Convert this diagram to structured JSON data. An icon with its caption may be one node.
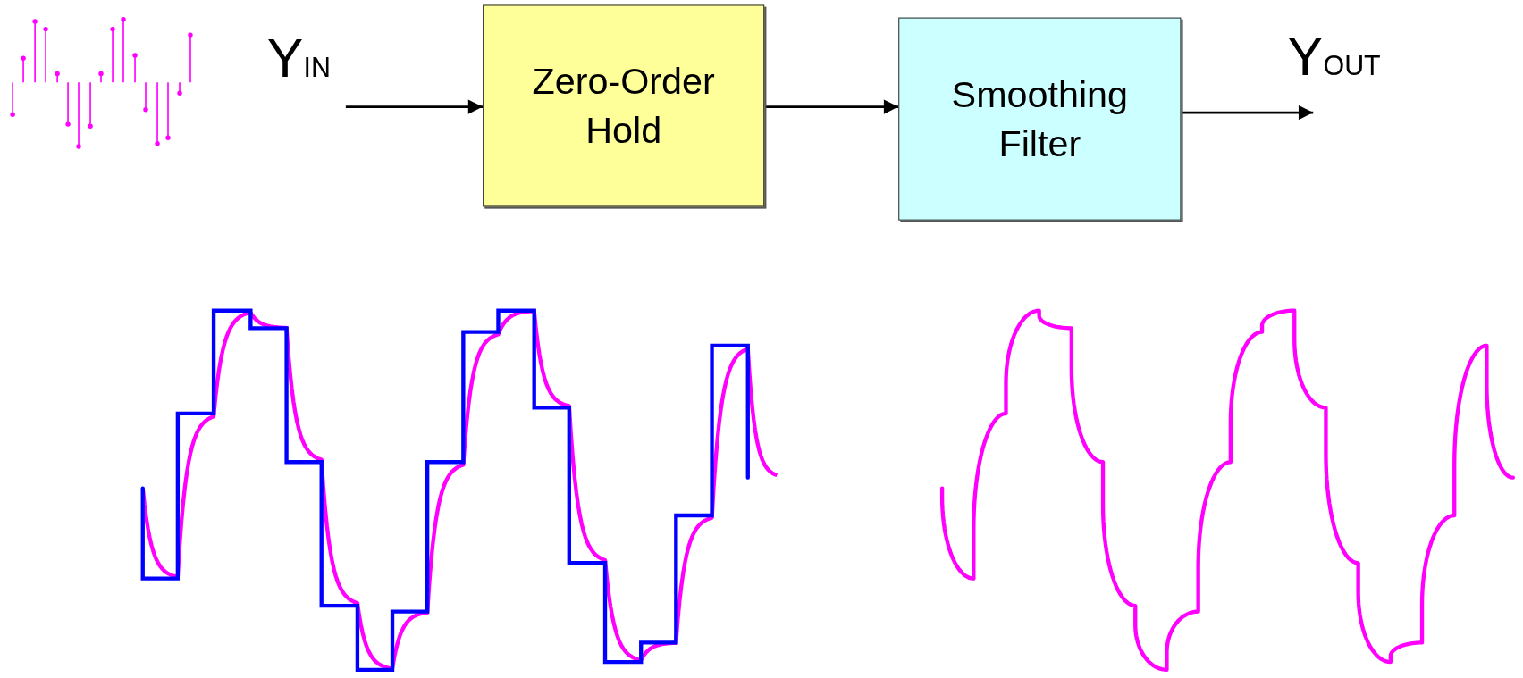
{
  "diagram": {
    "nodes": [
      {
        "text": [
          "Zero-Order Hold"
        ]
      },
      {
        "text": [
          "Smoothing Filter"
        ]
      }
    ],
    "edges": [
      {
        "from": null,
        "to": 0,
        "arrow": "to"
      },
      {
        "from": 0,
        "to": 1,
        "arrow": "to"
      },
      {
        "from": 1,
        "to": null,
        "arrow": "to"
      }
    ],
    "labels": [
      "Y$_{IN}$",
      "Y$_{OUT}$"
    ]
  }
}
